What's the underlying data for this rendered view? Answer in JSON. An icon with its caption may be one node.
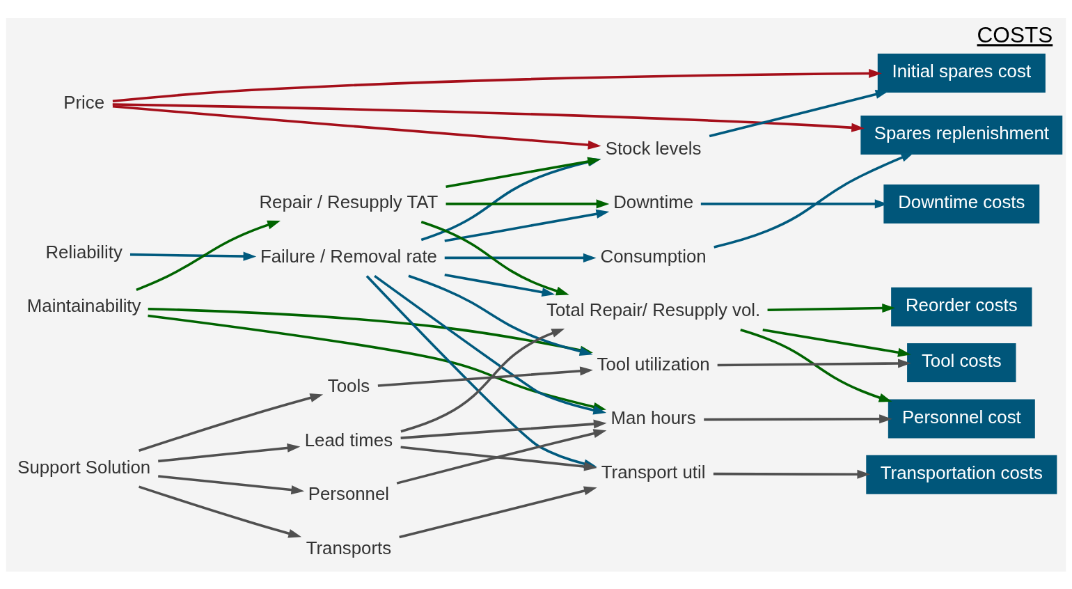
{
  "diagram": {
    "title": "COSTS",
    "nodes": [
      {
        "text": [
          "Price"
        ]
      },
      {
        "text": [
          "Reliability"
        ]
      },
      {
        "text": [
          "Maintainability"
        ]
      },
      {
        "text": [
          "Support Solution"
        ]
      },
      {
        "text": [
          "Failure / Removal rate"
        ]
      },
      {
        "text": [
          "Repair / Resupply TAT"
        ]
      },
      {
        "text": [
          "Lead times"
        ]
      },
      {
        "text": [
          "Personnel"
        ]
      },
      {
        "text": [
          "Tools"
        ]
      },
      {
        "text": [
          "Transports"
        ]
      },
      {
        "text": [
          "Stock levels"
        ]
      },
      {
        "text": [
          "Consumption"
        ]
      },
      {
        "text": [
          "Downtime"
        ]
      },
      {
        "text": [
          "Total Repair/ Resupply vol."
        ]
      },
      {
        "text": [
          "Man hours"
        ]
      },
      {
        "text": [
          "Tool utilization"
        ]
      },
      {
        "text": [
          "Transport util"
        ]
      },
      {
        "text": [
          "Initial spares cost"
        ]
      },
      {
        "text": [
          "Spares replenishment"
        ]
      },
      {
        "text": [
          "Downtime costs"
        ]
      },
      {
        "text": [
          "Personnel cost"
        ]
      },
      {
        "text": [
          "Tool costs"
        ]
      },
      {
        "text": [
          "Reorder costs"
        ]
      },
      {
        "text": [
          "Transportation costs"
        ]
      }
    ],
    "edges": [
      {
        "from": 0,
        "to": 17,
        "arrow": "to",
        "color": "#a50f1a"
      },
      {
        "from": 0,
        "to": 18,
        "arrow": "to",
        "color": "#a50f1a"
      },
      {
        "from": 0,
        "to": 10,
        "arrow": "to",
        "color": "#a50f1a"
      },
      {
        "from": 1,
        "to": 4,
        "arrow": "to",
        "color": "#005a7e"
      },
      {
        "from": 4,
        "to": 10,
        "arrow": "to",
        "color": "#005a7e"
      },
      {
        "from": 4,
        "to": 11,
        "arrow": "to",
        "color": "#005a7e"
      },
      {
        "from": 4,
        "to": 12,
        "arrow": "to",
        "color": "#005a7e"
      },
      {
        "from": 4,
        "to": 13,
        "arrow": "to",
        "color": "#005a7e"
      },
      {
        "from": 4,
        "to": 14,
        "arrow": "to",
        "color": "#005a7e"
      },
      {
        "from": 4,
        "to": 15,
        "arrow": "to",
        "color": "#005a7e"
      },
      {
        "from": 4,
        "to": 16,
        "arrow": "to",
        "color": "#005a7e"
      },
      {
        "from": 2,
        "to": 5,
        "arrow": "to",
        "color": "#006400"
      },
      {
        "from": 2,
        "to": 14,
        "arrow": "to",
        "color": "#006400"
      },
      {
        "from": 2,
        "to": 15,
        "arrow": "to",
        "color": "#006400"
      },
      {
        "from": 5,
        "to": 10,
        "arrow": "to",
        "color": "#006400"
      },
      {
        "from": 5,
        "to": 12,
        "arrow": "to",
        "color": "#006400"
      },
      {
        "from": 5,
        "to": 13,
        "arrow": "to",
        "color": "#006400"
      },
      {
        "from": 3,
        "to": 6,
        "arrow": "to"
      },
      {
        "from": 3,
        "to": 7,
        "arrow": "to"
      },
      {
        "from": 3,
        "to": 8,
        "arrow": "to"
      },
      {
        "from": 3,
        "to": 9,
        "arrow": "to"
      },
      {
        "from": 6,
        "to": 13,
        "arrow": "to"
      },
      {
        "from": 6,
        "to": 14,
        "arrow": "to"
      },
      {
        "from": 6,
        "to": 16,
        "arrow": "to"
      },
      {
        "from": 7,
        "to": 14,
        "arrow": "to"
      },
      {
        "from": 8,
        "to": 15,
        "arrow": "to"
      },
      {
        "from": 9,
        "to": 16,
        "arrow": "to"
      },
      {
        "from": 10,
        "to": 17,
        "arrow": "to",
        "color": "#005a7e"
      },
      {
        "from": 11,
        "to": 18,
        "arrow": "to",
        "color": "#005a7e"
      },
      {
        "from": 12,
        "to": 19,
        "arrow": "to",
        "color": "#005a7e"
      },
      {
        "from": 13,
        "to": 20,
        "arrow": "to",
        "color": "#006400"
      },
      {
        "from": 13,
        "to": 21,
        "arrow": "to",
        "color": "#006400"
      },
      {
        "from": 13,
        "to": 22,
        "arrow": "to",
        "color": "#006400"
      },
      {
        "from": 14,
        "to": 20,
        "arrow": "to"
      },
      {
        "from": 15,
        "to": 21,
        "arrow": "to"
      },
      {
        "from": 16,
        "to": 23,
        "arrow": "to"
      }
    ]
  }
}
